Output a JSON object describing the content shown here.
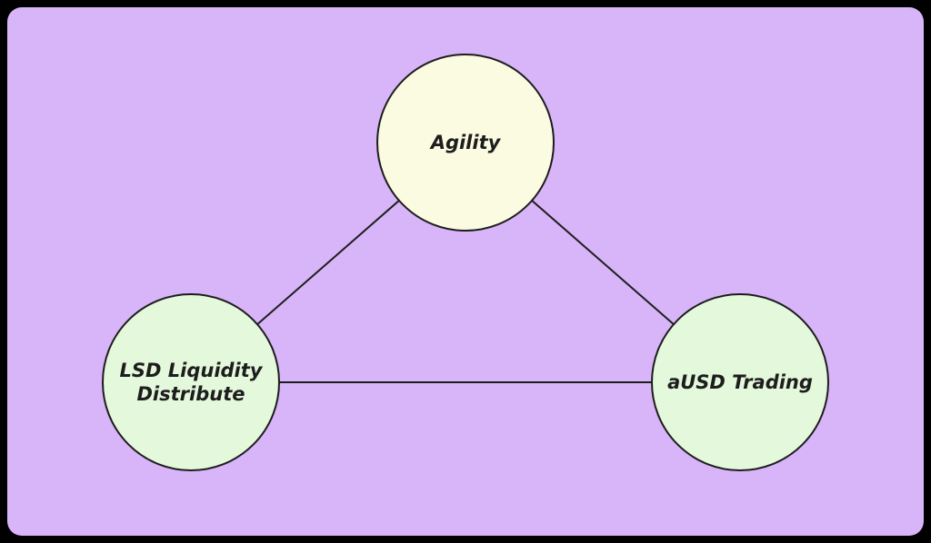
{
  "diagram": {
    "background_color": "#000000",
    "canvas_color": "#d8b4f8",
    "stroke_color": "#1d1d1d",
    "text_color": "#1d1d1d",
    "nodes": [
      {
        "id": "agility",
        "label": "Agility",
        "fill": "#fafbe0"
      },
      {
        "id": "lsd-liquidity-distribute",
        "label": "LSD Liquidity Distribute",
        "fill": "#e4f8dc"
      },
      {
        "id": "ausd-trading",
        "label": "aUSD Trading",
        "fill": "#e4f8dc"
      }
    ],
    "edges": [
      {
        "from": "Agility",
        "to": "LSD Liquidity Distribute"
      },
      {
        "from": "Agility",
        "to": "aUSD Trading"
      },
      {
        "from": "LSD Liquidity Distribute",
        "to": "aUSD Trading"
      }
    ]
  }
}
